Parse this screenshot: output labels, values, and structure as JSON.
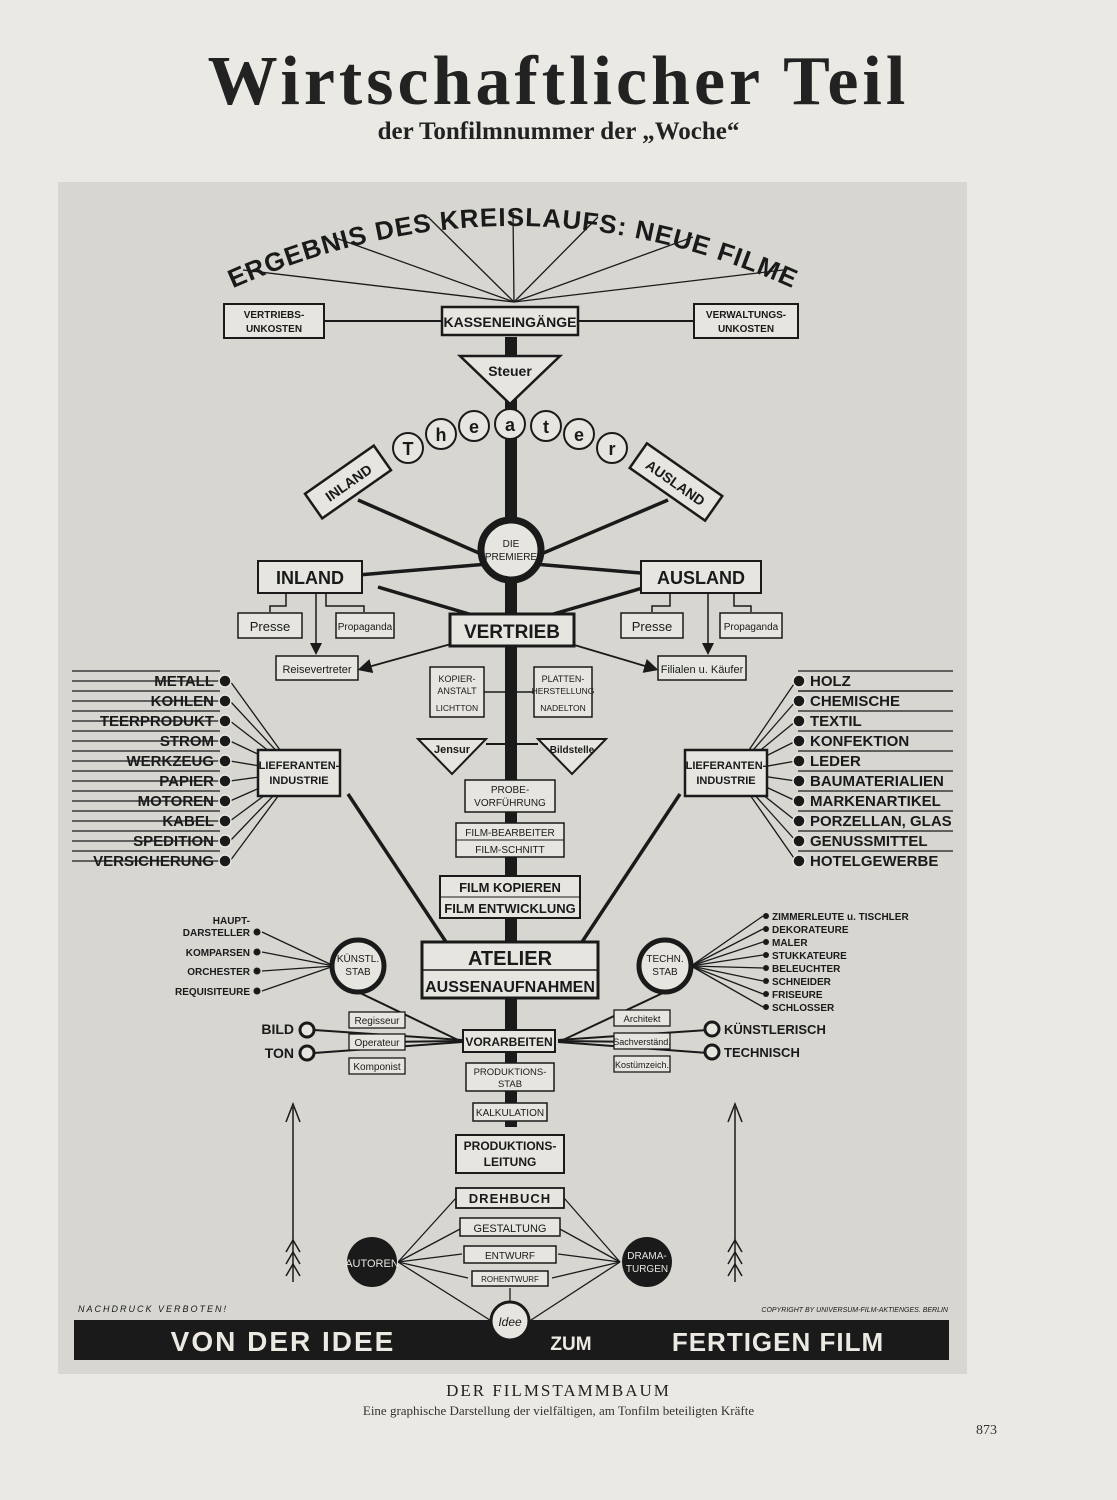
{
  "header": {
    "title": "Wirtschaftlicher Teil",
    "subtitle": "der Tonfilmnummer der „Woche“"
  },
  "diagram": {
    "top_arc": "ERGEBNIS DES KREISLAUFS: NEUE FILME",
    "top_row": {
      "left": [
        "VERTRIEBS-",
        "UNKOSTEN"
      ],
      "center": "KASSENEINGÄNGE",
      "right": [
        "VERWALTUNGS-",
        "UNKOSTEN"
      ]
    },
    "tax": "Steuer",
    "theater_letters": [
      "T",
      "h",
      "e",
      "a",
      "t",
      "e",
      "r"
    ],
    "theater_left": "INLAND",
    "theater_right": "AUSLAND",
    "premiere": [
      "DIE",
      "PREMIERE"
    ],
    "inland": "INLAND",
    "ausland": "AUSLAND",
    "presse": "Presse",
    "propaganda": "Propaganda",
    "reisevertreter": "Reisevertreter",
    "filialen": "Filialen u. Käufer",
    "vertrieb": "VERTRIEB",
    "kopieranstalt": [
      "KOPIER-",
      "ANSTALT",
      "LICHTTON"
    ],
    "plattenherstellung": [
      "PLATTEN-",
      "HERSTELLUNG",
      "NADELTON"
    ],
    "zensur": "Jensur",
    "bildstelle": "Bildstelle",
    "probe": [
      "PROBE-",
      "VORFÜHRUNG"
    ],
    "filmbearbeiter": [
      "FILM-BEARBEITER",
      "FILM-SCHNITT"
    ],
    "filmkopieren": [
      "FILM KOPIEREN",
      "FILM ENTWICKLUNG"
    ],
    "atelier": [
      "ATELIER",
      "AUSSENAUFNAHMEN"
    ],
    "lieferanten": [
      "LIEFERANTEN-",
      "INDUSTRIE"
    ],
    "supply_left": [
      "METALL",
      "KOHLEN",
      "TEERPRODUKT",
      "STROM",
      "WERKZEUG",
      "PAPIER",
      "MOTOREN",
      "KABEL",
      "SPEDITION",
      "VERSICHERUNG"
    ],
    "supply_right": [
      "HOLZ",
      "CHEMISCHE",
      "TEXTIL",
      "KONFEKTION",
      "LEDER",
      "BAUMATERIALIEN",
      "MARKENARTIKEL",
      "PORZELLAN, GLAS",
      "GENUSSMITTEL",
      "HOTELGEWERBE"
    ],
    "kuenstl_stab": [
      "KÜNSTL.",
      "STAB"
    ],
    "techn_stab": [
      "TECHN.",
      "STAB"
    ],
    "artists": [
      [
        "HAUPT-",
        "DARSTELLER"
      ],
      [
        "KOMPARSEN"
      ],
      [
        "ORCHESTER"
      ],
      [
        "REQUISITEURE"
      ]
    ],
    "crafts": [
      "ZIMMERLEUTE u. TISCHLER",
      "DEKORATEURE",
      "MALER",
      "STUKKATEURE",
      "BELEUCHTER",
      "SCHNEIDER",
      "FRISEURE",
      "SCHLOSSER"
    ],
    "bild": "BILD",
    "ton": "TON",
    "left_roles": [
      "Regisseur",
      "Operateur",
      "Komponist"
    ],
    "right_roles": [
      "Architekt",
      "Sachverständ.",
      "Kostümzeich."
    ],
    "kuenstlerisch": "KÜNSTLERISCH",
    "technisch": "TECHNISCH",
    "vorarbeiten": "VORARBEITEN",
    "produktionsstab": [
      "PRODUKTIONS-",
      "STAB"
    ],
    "kalkulation": "KALKULATION",
    "produktionsleitung": [
      "PRODUKTIONS-",
      "LEITUNG"
    ],
    "drehbuch": "DREHBUCH",
    "gestaltung": "GESTALTUNG",
    "entwurf": "ENTWURF",
    "rohentwurf": "ROHENTWURF",
    "autoren": "AUTOREN",
    "dramaturgen": [
      "DRAMA-",
      "TURGEN"
    ],
    "idee": "Idee",
    "nachdruck": "NACHDRUCK VERBOTEN!",
    "copyright": "COPYRIGHT BY UNIVERSUM-FILM-AKTIENGES. BERLIN",
    "banner_left": "VON DER IDEE",
    "banner_mid": "ZUM",
    "banner_right": "FERTIGEN FILM"
  },
  "caption": {
    "title": "DER FILMSTAMMBAUM",
    "text": "Eine graphische Darstellung der vielfältigen, am Tonfilm beteiligten Kräfte"
  },
  "page_number": "873"
}
